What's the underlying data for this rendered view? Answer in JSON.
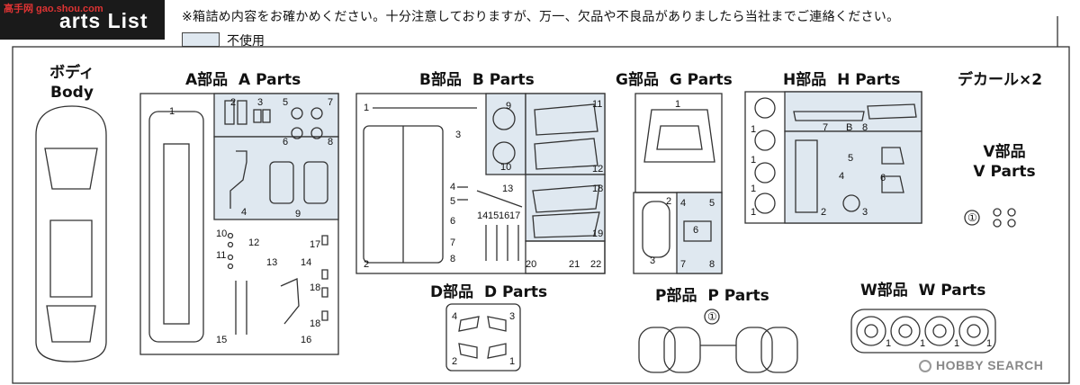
{
  "header": {
    "title": "arts List",
    "logo": "高手网 gao.shou.com",
    "notice": "※箱詰め内容をお確かめください。十分注意しておりますが、万一、欠品や不良品がありましたら当社までご連絡ください。",
    "legend_label": "不使用"
  },
  "groups": {
    "body": {
      "jp": "ボディ",
      "en": "Body"
    },
    "a": {
      "jp": "A部品",
      "en": "A Parts"
    },
    "b": {
      "jp": "B部品",
      "en": "B Parts"
    },
    "g": {
      "jp": "G部品",
      "en": "G Parts"
    },
    "h": {
      "jp": "H部品",
      "en": "H Parts"
    },
    "decal": {
      "jp": "デカール×2"
    },
    "v": {
      "jp": "V部品",
      "en": "V Parts"
    },
    "d": {
      "jp": "D部品",
      "en": "D Parts"
    },
    "p": {
      "jp": "P部品",
      "en": "P Parts"
    },
    "w": {
      "jp": "W部品",
      "en": "W Parts"
    }
  },
  "part_numbers": {
    "a": [
      "1",
      "2",
      "3",
      "4",
      "5",
      "6",
      "7",
      "8",
      "9",
      "10",
      "11",
      "12",
      "13",
      "14",
      "15",
      "16",
      "17",
      "18",
      "18"
    ],
    "b": [
      "1",
      "2",
      "3",
      "4",
      "5",
      "6",
      "7",
      "8",
      "9",
      "10",
      "11",
      "12",
      "13",
      "14",
      "15",
      "16",
      "17",
      "18",
      "19",
      "20",
      "21",
      "22"
    ],
    "g": [
      "1",
      "2",
      "3",
      "4",
      "5",
      "6",
      "7",
      "8"
    ],
    "h": [
      "1",
      "1",
      "1",
      "1",
      "2",
      "3",
      "4",
      "5",
      "6",
      "7",
      "8",
      "B"
    ],
    "v": [
      "①"
    ],
    "d": [
      "4",
      "3",
      "2",
      "1"
    ],
    "p": [
      "①"
    ],
    "w": [
      "1",
      "1",
      "1",
      "1"
    ]
  },
  "watermark": "HOBBY SEARCH",
  "colors": {
    "unused_fill": "#dfe8f0",
    "header_bg": "#1a1a1a",
    "line": "#333333"
  }
}
